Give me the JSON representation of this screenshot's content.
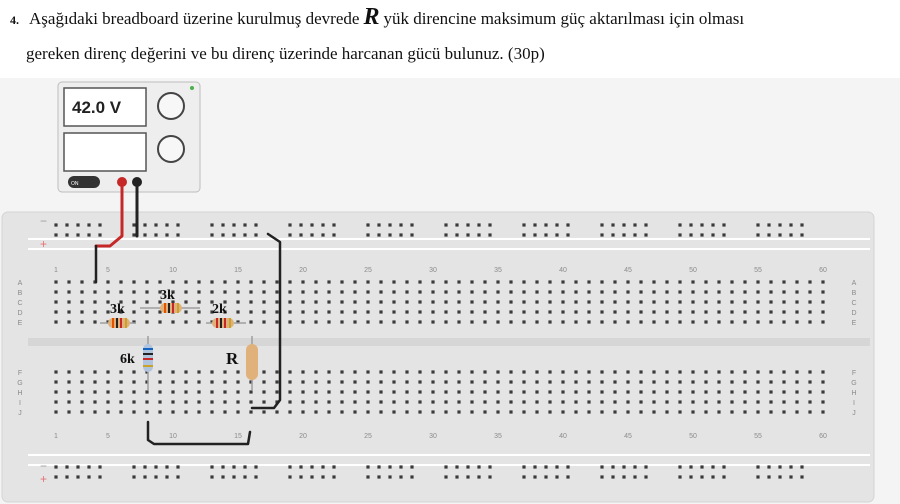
{
  "question": {
    "number": "4.",
    "text_before": "Aşağıdaki breadboard üzerine kurulmuş devrede",
    "symbol": "R",
    "text_after": "yük direncine maksimum güç aktarılması için olması",
    "line2": "gereken direnç değerini ve bu direnç üzerinde harcanan gücü bulunuz. (30p)"
  },
  "power_supply": {
    "display_value": "42.0 V",
    "on_label": "ON"
  },
  "breadboard": {
    "column_numbers": [
      "1",
      "5",
      "10",
      "15",
      "20",
      "25",
      "30",
      "35",
      "40",
      "45",
      "50",
      "55",
      "60"
    ],
    "row_letters_top": [
      "A",
      "B",
      "C",
      "D",
      "E"
    ],
    "row_letters_bottom": [
      "F",
      "G",
      "H",
      "I",
      "J"
    ]
  },
  "resistors": {
    "r1": "3k",
    "r2": "3k",
    "r3": "2k",
    "r4": "6k",
    "load": "R"
  }
}
